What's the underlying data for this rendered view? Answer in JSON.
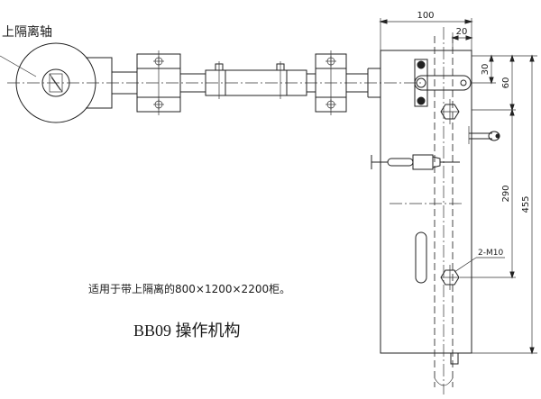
{
  "labels": {
    "shaft_label": "上隔离轴",
    "note": "适用于带上隔离的800×1200×2200柜。",
    "title": "BB09 操作机构",
    "bolt_label": "2-M10"
  },
  "dimensions": {
    "width_100": "100",
    "width_20": "20",
    "height_30": "30",
    "height_60": "60",
    "height_290": "290",
    "height_455": "455"
  }
}
